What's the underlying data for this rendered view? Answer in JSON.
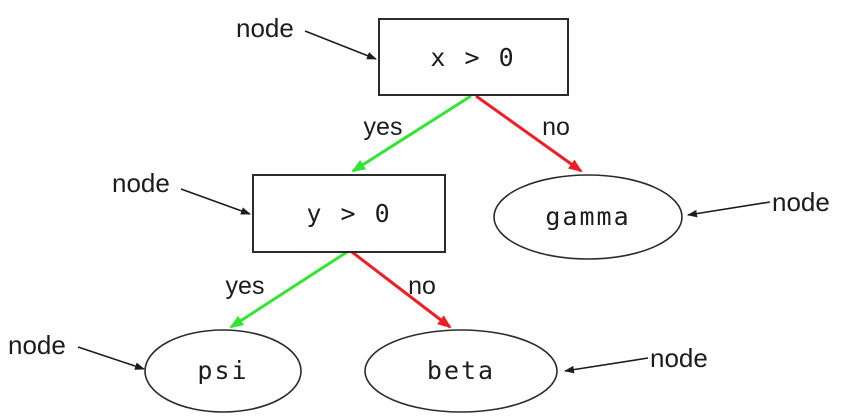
{
  "diagram": {
    "type": "decision-tree",
    "nodes": {
      "root": {
        "label": "x > 0",
        "shape": "rectangle"
      },
      "inner": {
        "label": "y > 0",
        "shape": "rectangle"
      },
      "gamma": {
        "label": "gamma",
        "shape": "ellipse"
      },
      "psi": {
        "label": "psi",
        "shape": "ellipse"
      },
      "beta": {
        "label": "beta",
        "shape": "ellipse"
      }
    },
    "edges": [
      {
        "from": "root",
        "to": "inner",
        "label": "yes",
        "color": "#33e533"
      },
      {
        "from": "root",
        "to": "gamma",
        "label": "no",
        "color": "#ed1f24"
      },
      {
        "from": "inner",
        "to": "psi",
        "label": "yes",
        "color": "#33e533"
      },
      {
        "from": "inner",
        "to": "beta",
        "label": "no",
        "color": "#ed1f24"
      }
    ],
    "annotations": [
      {
        "label": "node",
        "target": "root"
      },
      {
        "label": "node",
        "target": "inner"
      },
      {
        "label": "node",
        "target": "gamma"
      },
      {
        "label": "node",
        "target": "psi"
      },
      {
        "label": "node",
        "target": "beta"
      }
    ],
    "colors": {
      "yes_edge": "#33e533",
      "no_edge": "#ed1f24",
      "node_stroke": "#2b2b2b",
      "annotation": "#1c1c1c",
      "background": "#ffffff"
    }
  }
}
